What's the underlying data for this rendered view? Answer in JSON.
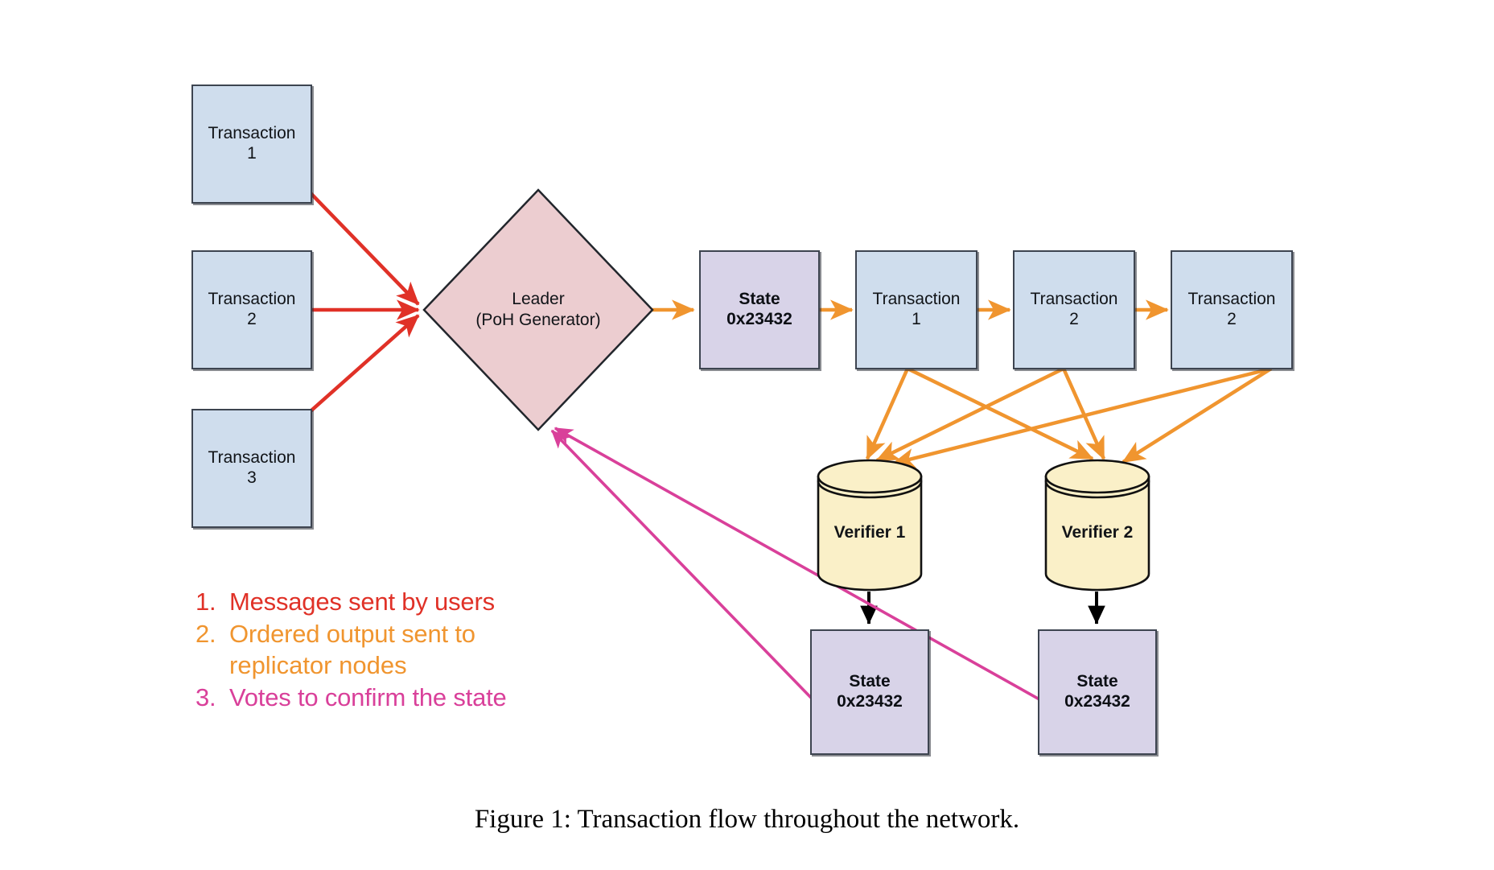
{
  "figure": {
    "caption": "Figure 1:  Transaction flow throughout the network.",
    "background": "#ffffff"
  },
  "colors": {
    "user_message_red": "#e03127",
    "ordered_output_orange": "#f0952f",
    "vote_pink": "#d9409a",
    "transaction_fill": "#cfdded",
    "state_fill": "#d8d3e8",
    "leader_fill": "#eccdd0",
    "verifier_fill": "#faf0c8",
    "node_stroke": "#3d4450",
    "black_arrow": "#000000"
  },
  "nodes": {
    "input_transactions": [
      {
        "id": "tx-in-1",
        "line1": "Transaction",
        "line2": "1"
      },
      {
        "id": "tx-in-2",
        "line1": "Transaction",
        "line2": "2"
      },
      {
        "id": "tx-in-3",
        "line1": "Transaction",
        "line2": "3"
      }
    ],
    "leader": {
      "line1": "Leader",
      "line2": "(PoH Generator)"
    },
    "ledger_state": {
      "line1": "State",
      "line2": "0x23432"
    },
    "ledger_transactions": [
      {
        "id": "tx-out-1",
        "line1": "Transaction",
        "line2": "1"
      },
      {
        "id": "tx-out-2",
        "line1": "Transaction",
        "line2": "2"
      },
      {
        "id": "tx-out-3",
        "line1": "Transaction",
        "line2": "2"
      }
    ],
    "verifiers": [
      {
        "id": "verifier-1",
        "label": "Verifier 1"
      },
      {
        "id": "verifier-2",
        "label": "Verifier 2"
      }
    ],
    "verifier_states": [
      {
        "id": "verifier-1-state",
        "line1": "State",
        "line2": "0x23432"
      },
      {
        "id": "verifier-2-state",
        "line1": "State",
        "line2": "0x23432"
      }
    ]
  },
  "legend": {
    "items": [
      {
        "num": "1.",
        "text": "Messages sent by users",
        "cont": "",
        "color": "#e03127"
      },
      {
        "num": "2.",
        "text": "Ordered output sent to",
        "cont": "replicator nodes",
        "color": "#f0952f"
      },
      {
        "num": "3.",
        "text": "Votes to confirm the state",
        "cont": "",
        "color": "#d9409a"
      }
    ]
  }
}
